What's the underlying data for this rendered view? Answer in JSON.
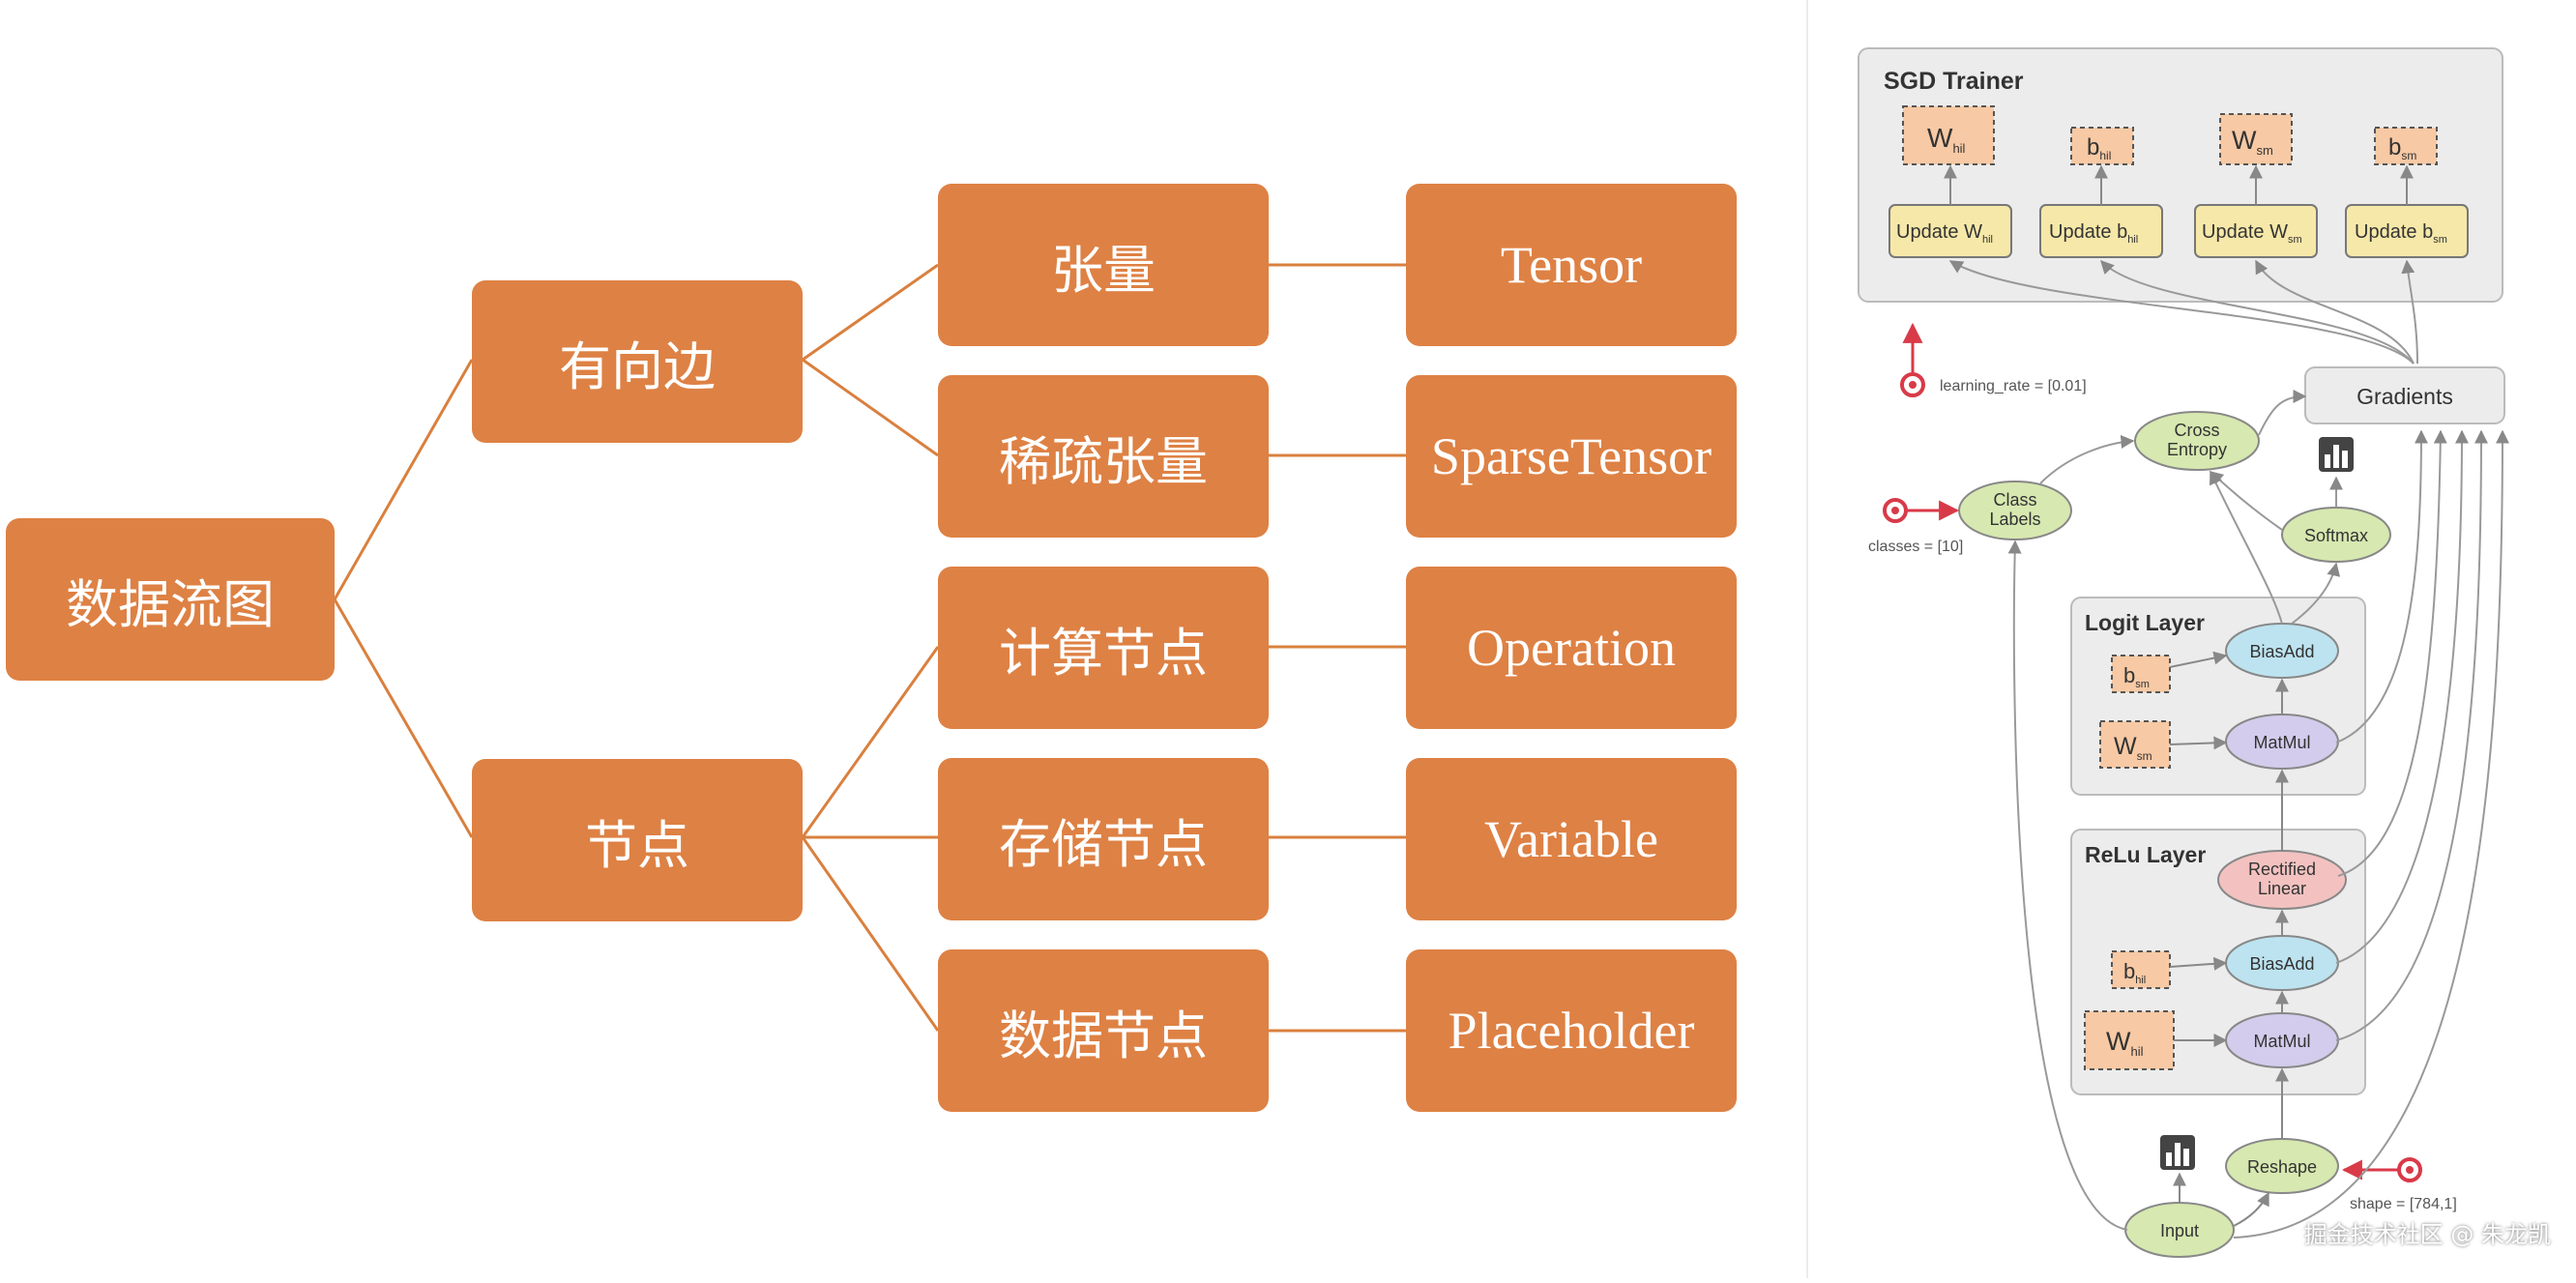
{
  "mindmap": {
    "root": "数据流图",
    "branches": [
      {
        "label": "有向边",
        "children": [
          {
            "cn": "张量",
            "en": "Tensor"
          },
          {
            "cn": "稀疏张量",
            "en": "SparseTensor"
          }
        ]
      },
      {
        "label": "节点",
        "children": [
          {
            "cn": "计算节点",
            "en": "Operation"
          },
          {
            "cn": "存储节点",
            "en": "Variable"
          },
          {
            "cn": "数据节点",
            "en": "Placeholder"
          }
        ]
      }
    ]
  },
  "graph": {
    "trainer_title": "SGD Trainer",
    "params": [
      {
        "base": "W",
        "sub": "hil"
      },
      {
        "base": "b",
        "sub": "hil"
      },
      {
        "base": "W",
        "sub": "sm"
      },
      {
        "base": "b",
        "sub": "sm"
      }
    ],
    "update_prefix": "Update ",
    "gradients": "Gradients",
    "learning_rate": "learning_rate = [0.01]",
    "cross_entropy": [
      "Cross",
      "Entropy"
    ],
    "class_labels": [
      "Class",
      "Labels"
    ],
    "classes": "classes = [10]",
    "softmax": "Softmax",
    "logit_layer": "Logit Layer",
    "relu_layer": "ReLu Layer",
    "biasadd": "BiasAdd",
    "matmul": "MatMul",
    "rectified": [
      "Rectified",
      "Linear"
    ],
    "reshape": "Reshape",
    "shape": "shape = [784,1]",
    "input": "Input",
    "colors": {
      "orange": "#de8144",
      "param_fill": "#f7c9a4",
      "update_fill": "#f6e8a8",
      "green": "#d7e8b0",
      "blue": "#bde3f0",
      "purple": "#d3ccec",
      "pink": "#f3c2c0",
      "red": "#d93a48"
    }
  },
  "top_partial_text": "",
  "watermark": "掘金技术社区 @ 朱龙凯"
}
